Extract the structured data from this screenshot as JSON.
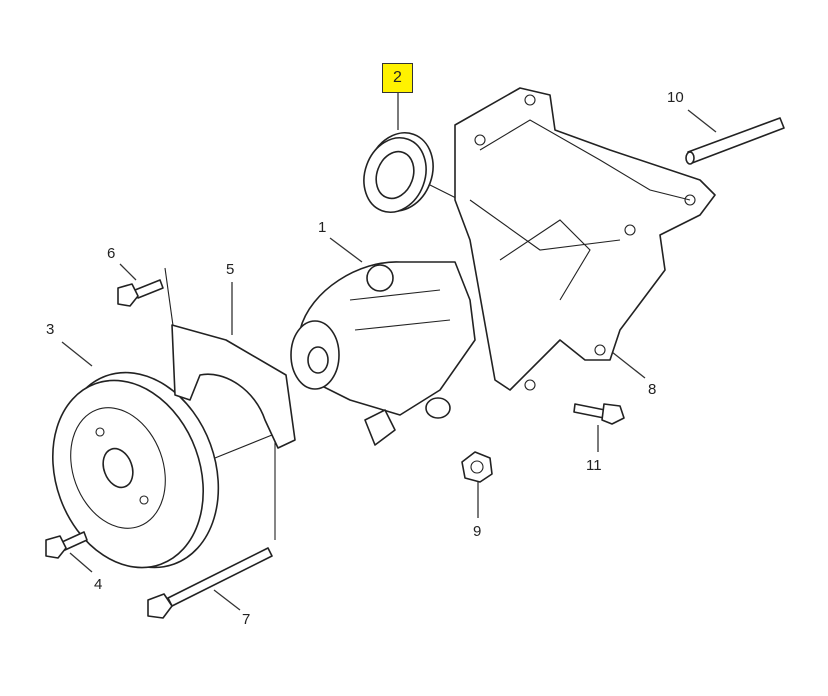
{
  "callouts": {
    "c1": "1",
    "c2": "2",
    "c3": "3",
    "c4": "4",
    "c5": "5",
    "c6": "6",
    "c7": "7",
    "c8": "8",
    "c9": "9",
    "c10": "10",
    "c11": "11"
  },
  "highlighted_callout": "2",
  "colors": {
    "highlight": "#fff200",
    "line": "#222222"
  }
}
